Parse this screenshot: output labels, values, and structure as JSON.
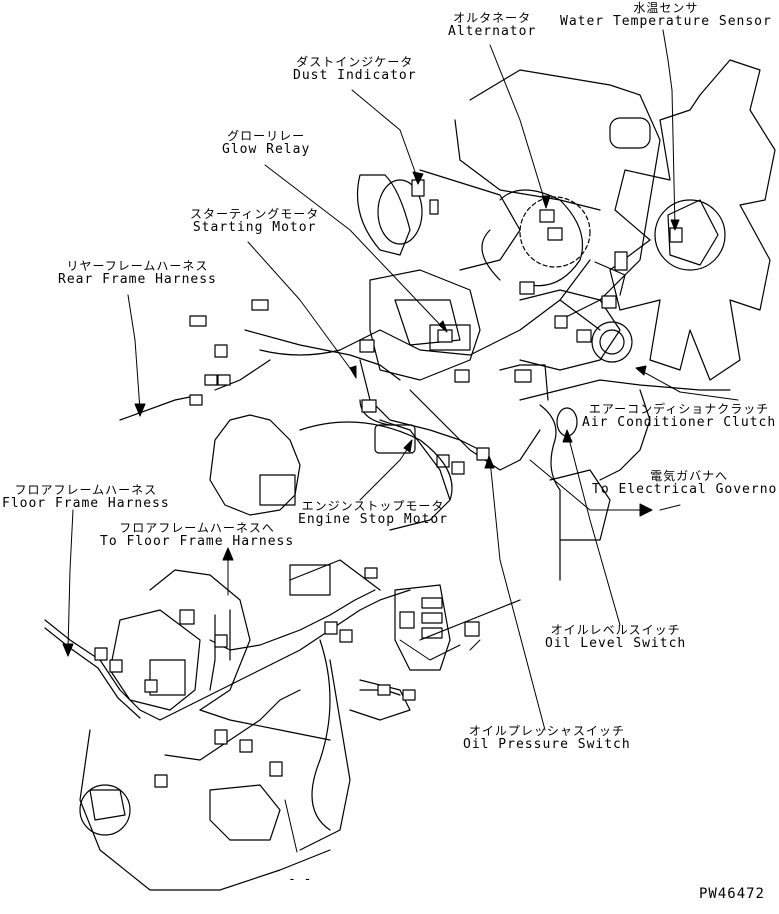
{
  "labels": {
    "water_temp_sensor": {
      "ja": "水温センサ",
      "en": "Water Temperature Sensor"
    },
    "alternator": {
      "ja": "オルタネータ",
      "en": "Alternator"
    },
    "dust_indicator": {
      "ja": "ダストインジケータ",
      "en": "Dust Indicator"
    },
    "glow_relay": {
      "ja": "グローリレー",
      "en": "Glow Relay"
    },
    "starting_motor": {
      "ja": "スターティングモータ",
      "en": "Starting Motor"
    },
    "rear_frame_harness": {
      "ja": "リヤーフレームハーネス",
      "en": "Rear Frame Harness"
    },
    "ac_clutch": {
      "ja": "エアーコンディショナクラッチ",
      "en": "Air Conditioner Clutch"
    },
    "electrical_governor": {
      "ja": "電気ガバナへ",
      "en": "To Electrical Governor"
    },
    "floor_frame_harness": {
      "ja": "フロアフレームハーネス",
      "en": "Floor Frame Harness"
    },
    "to_floor_frame_harness": {
      "ja": "フロアフレームハーネスへ",
      "en": "To Floor Frame Harness"
    },
    "engine_stop_motor": {
      "ja": "エンジンストップモータ",
      "en": "Engine Stop Motor"
    },
    "oil_level_switch": {
      "ja": "オイルレベルスイッチ",
      "en": "Oil Level Switch"
    },
    "oil_pressure_switch": {
      "ja": "オイルプレッシャスイッチ",
      "en": "Oil Pressure Switch"
    }
  },
  "drawing_code": "PW46472",
  "bottom_mark": "- -"
}
